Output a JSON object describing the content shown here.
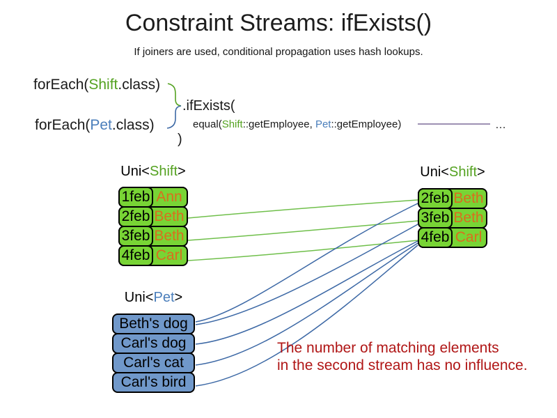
{
  "title": "Constraint Streams: ifExists()",
  "subtitle": "If joiners are used, conditional propagation uses hash lookups.",
  "code": {
    "foreach_shift": {
      "prefix": "forEach(",
      "class_name": "Shift",
      "suffix": ".class)"
    },
    "foreach_pet": {
      "prefix": "forEach(",
      "class_name": "Pet",
      "suffix": ".class)"
    },
    "if_exists": ".ifExists(",
    "equal": {
      "prefix": "equal(",
      "arg1_class": "Shift",
      "arg1_rest": "::getEmployee, ",
      "arg2_class": "Pet",
      "arg2_rest": "::getEmployee)"
    },
    "close_paren": ")",
    "ellipsis": "…"
  },
  "tables": {
    "left_shift": {
      "label": {
        "prefix": "Uni<",
        "class_name": "Shift",
        "suffix": ">"
      },
      "rows": [
        {
          "date": "1feb",
          "name": "Ann"
        },
        {
          "date": "2feb",
          "name": "Beth"
        },
        {
          "date": "3feb",
          "name": "Beth"
        },
        {
          "date": "4feb",
          "name": "Carl"
        }
      ]
    },
    "right_shift": {
      "label": {
        "prefix": "Uni<",
        "class_name": "Shift",
        "suffix": ">"
      },
      "rows": [
        {
          "date": "2feb",
          "name": "Beth"
        },
        {
          "date": "3feb",
          "name": "Beth"
        },
        {
          "date": "4feb",
          "name": "Carl"
        }
      ]
    },
    "pet": {
      "label": {
        "prefix": "Uni<",
        "class_name": "Pet",
        "suffix": ">"
      },
      "rows": [
        {
          "name": "Beth's dog"
        },
        {
          "name": "Carl's dog"
        },
        {
          "name": "Carl's cat"
        },
        {
          "name": "Carl's bird"
        }
      ]
    }
  },
  "note": {
    "line1": "The number of matching elements",
    "line2": "in the second stream has no influence."
  },
  "colors": {
    "shift_class_text": "#54a221",
    "pet_class_text": "#4a7ebb",
    "employee_name_text": "#d96e1e",
    "shift_row_fill": "#78d435",
    "pet_row_fill": "#7098ca",
    "green_connector": "#6fbf4a",
    "blue_connector": "#3c68a5",
    "purple_connector": "#7d6b9a",
    "note_text": "#b01616"
  }
}
